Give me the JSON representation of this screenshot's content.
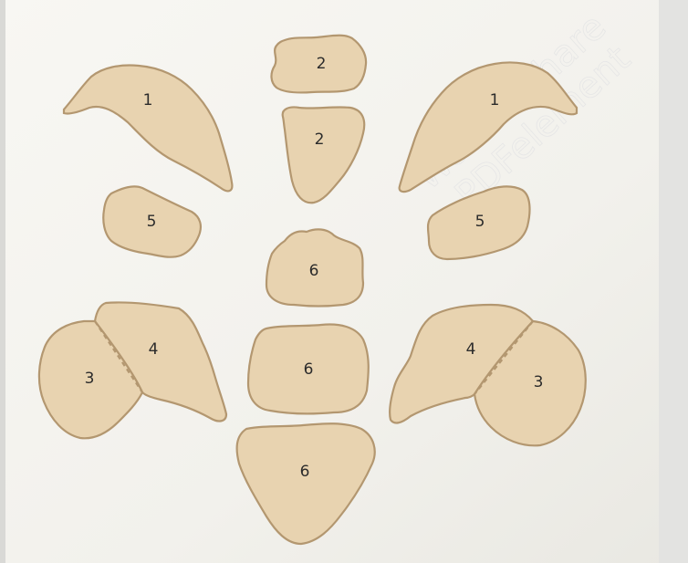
{
  "diagram": {
    "colors": {
      "paper": "#f7f6f2",
      "piece_fill": "#e8d3b0",
      "piece_stroke": "#b39770",
      "label": "#2b2b2b"
    },
    "pieces": [
      {
        "label": "2"
      },
      {
        "label": "1"
      },
      {
        "label": "2"
      },
      {
        "label": "1"
      },
      {
        "label": "5"
      },
      {
        "label": "6"
      },
      {
        "label": "5"
      },
      {
        "label": "4"
      },
      {
        "label": "3"
      },
      {
        "label": "6"
      },
      {
        "label": "4"
      },
      {
        "label": "3"
      },
      {
        "label": "6"
      }
    ],
    "watermark": [
      "Wondershare",
      "PDFelement"
    ]
  }
}
